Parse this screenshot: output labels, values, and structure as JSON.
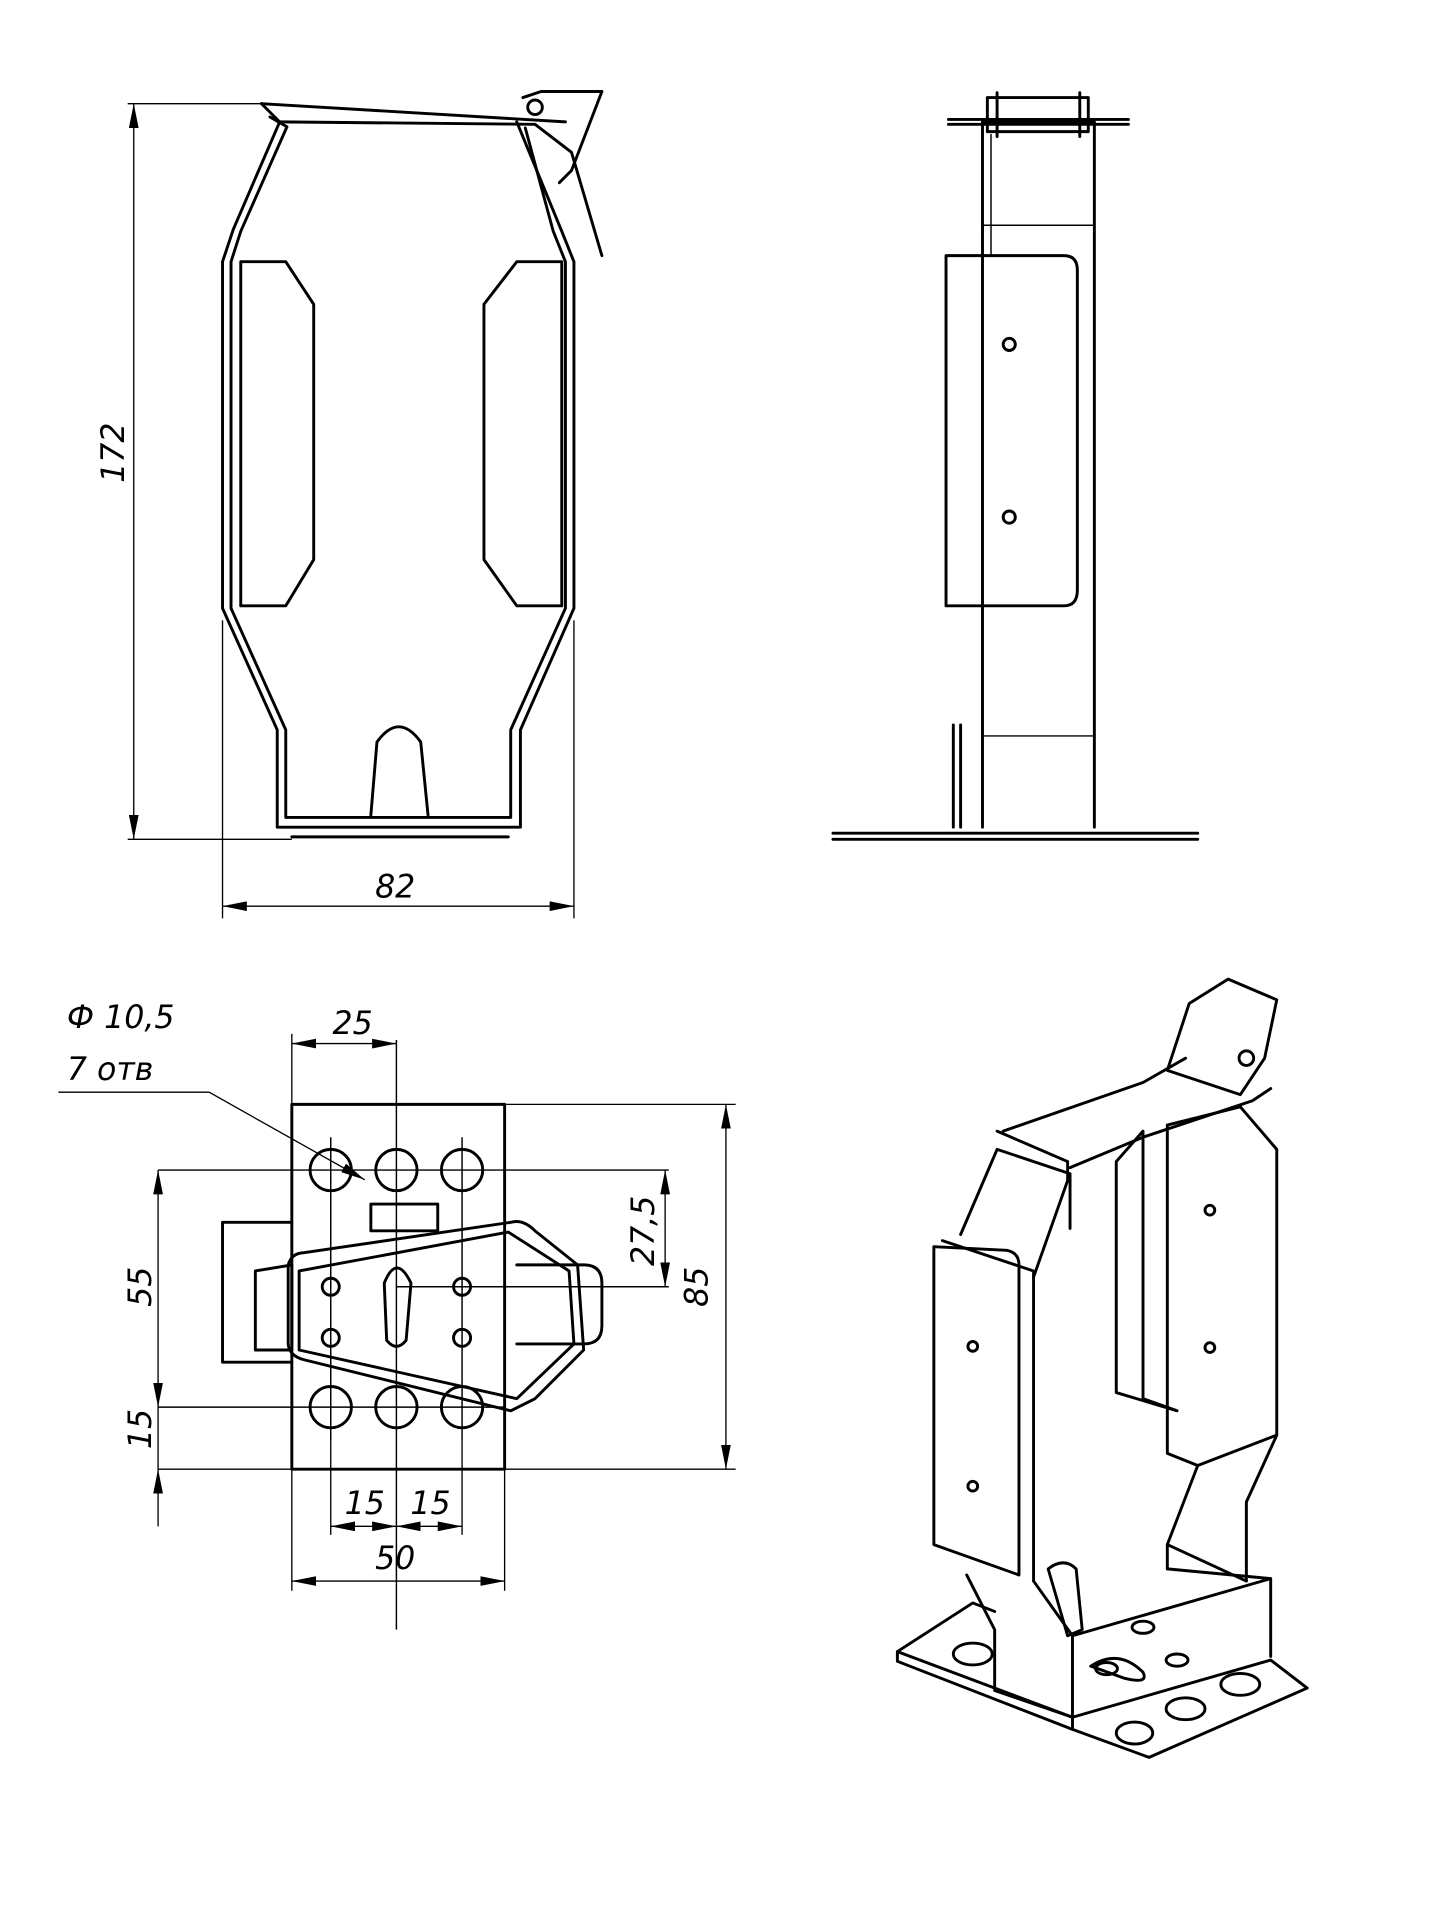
{
  "drawing": {
    "front_view": {
      "height_dim": "172",
      "width_dim": "82"
    },
    "plan_view": {
      "hole_note_diameter": "Ф 10,5",
      "hole_note_count": "7 отв",
      "dim_hole_spacing_top": "25",
      "dim_plate_height": "85",
      "dim_latch_offset": "27,5",
      "dim_hole_rows": "55",
      "dim_bottom_edge": "15",
      "dim_left_spacing": "15",
      "dim_right_spacing": "15",
      "dim_plate_width": "50"
    },
    "colors": {
      "ink": "#000000",
      "paper": "#ffffff"
    }
  }
}
